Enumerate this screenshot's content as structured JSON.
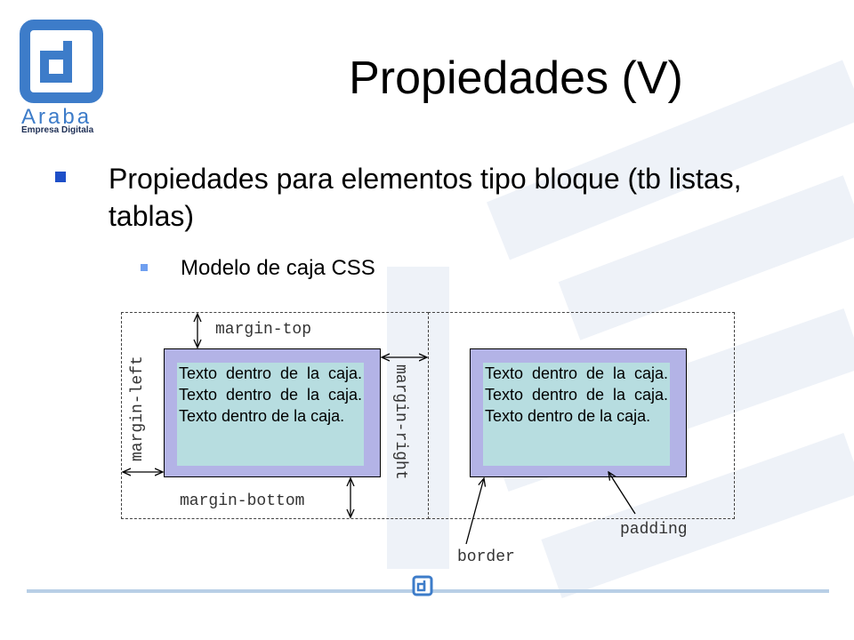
{
  "logo": {
    "name": "Araba",
    "tagline": "Empresa Digitala"
  },
  "slide": {
    "title": "Propiedades (V)",
    "bullet_level1": "Propiedades para elementos tipo bloque (tb listas, tablas)",
    "bullet_level2": "Modelo de caja CSS"
  },
  "diagram": {
    "box_text": "Texto dentro de la caja. Texto dentro de la caja. Texto dentro de la caja.",
    "labels": {
      "margin_top": "margin-top",
      "margin_left": "margin-left",
      "margin_right": "margin-right",
      "margin_bottom": "margin-bottom",
      "padding": "padding",
      "border": "border"
    }
  },
  "colors": {
    "accent_blue": "#3d7cc9",
    "bullet_blue": "#1e4fc8",
    "border_fill": "#b3b3e6",
    "content_fill": "#b7dde0"
  }
}
